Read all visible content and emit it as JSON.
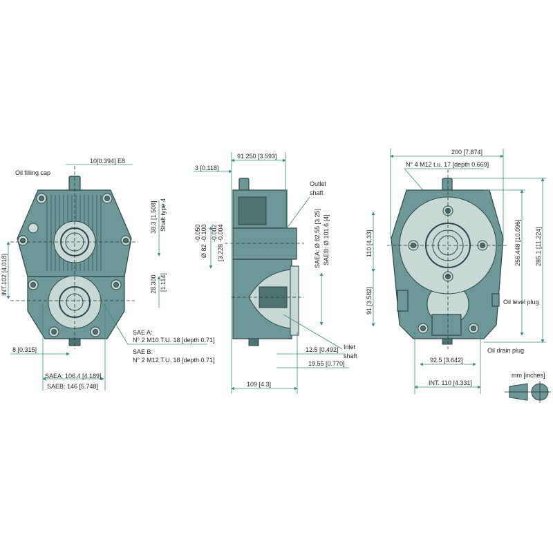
{
  "front_view": {
    "oil_filling_cap": "Oil filling cap",
    "shaft_key": "10[0.394] E8",
    "shaft_height": "38.3 [1.508]",
    "shaft_type": "Shaft type 4",
    "int_distance": "INT.102 [4.018]",
    "offset_a": "28.300",
    "offset_b": "[1.114]",
    "sae_a_title": "SAE A:",
    "sae_a_spec": "N° 2 M10 T.U. 18 [depth 0.71]",
    "sae_b_title": "SAE B:",
    "sae_b_spec": "N° 2 M12 T.U. 18 [depth 0.71]",
    "key_width": "8 [0.315]",
    "saea_width": "SAEA: 106.4 [4.189]",
    "saeb_width": "SAEB: 146 [5.748]"
  },
  "side_view": {
    "width_top": "91.250 [3.593]",
    "offset": "3 [0.118]",
    "outlet_line1": "Outlet",
    "outlet_line2": "shaft",
    "tol1_a": "-0.050",
    "tol1_b": "-0.100",
    "dia": "Ø 82",
    "tol2_a": "-0.002",
    "tol2_b": "-0.004",
    "dia_in": "[3.228",
    "saea_dia": "SAEA: Ø 82.55 [3.25]",
    "saeb_dia": "SAEB: Ø 101.6 [4]",
    "dim_125": "12.5 [0.492]",
    "dim_1955": "19.55 [0.770]",
    "inlet_line1": "Inlet",
    "inlet_line2": "shaft",
    "total_depth": "109 [4.3]"
  },
  "rear_view": {
    "width": "200 [7.874]",
    "holes": "N° 4 M12 t.u. 17 [depth 0.669]",
    "upper": "110 [4.33]",
    "lower": "91 [3.582]",
    "height1": "256.448 [10.096]",
    "height2": "285.1 [11.224]",
    "oil_level": "Oil level plug",
    "oil_drain": "Oil drain plug",
    "bolt_spacing": "92.5 [3.642]",
    "int_width": "INT. 110 [4.331]"
  },
  "legend": {
    "units": "mm [inches]"
  },
  "colors": {
    "body": "#6e9797",
    "light": "#c8d8d5",
    "dimension": "#3d8a78"
  }
}
